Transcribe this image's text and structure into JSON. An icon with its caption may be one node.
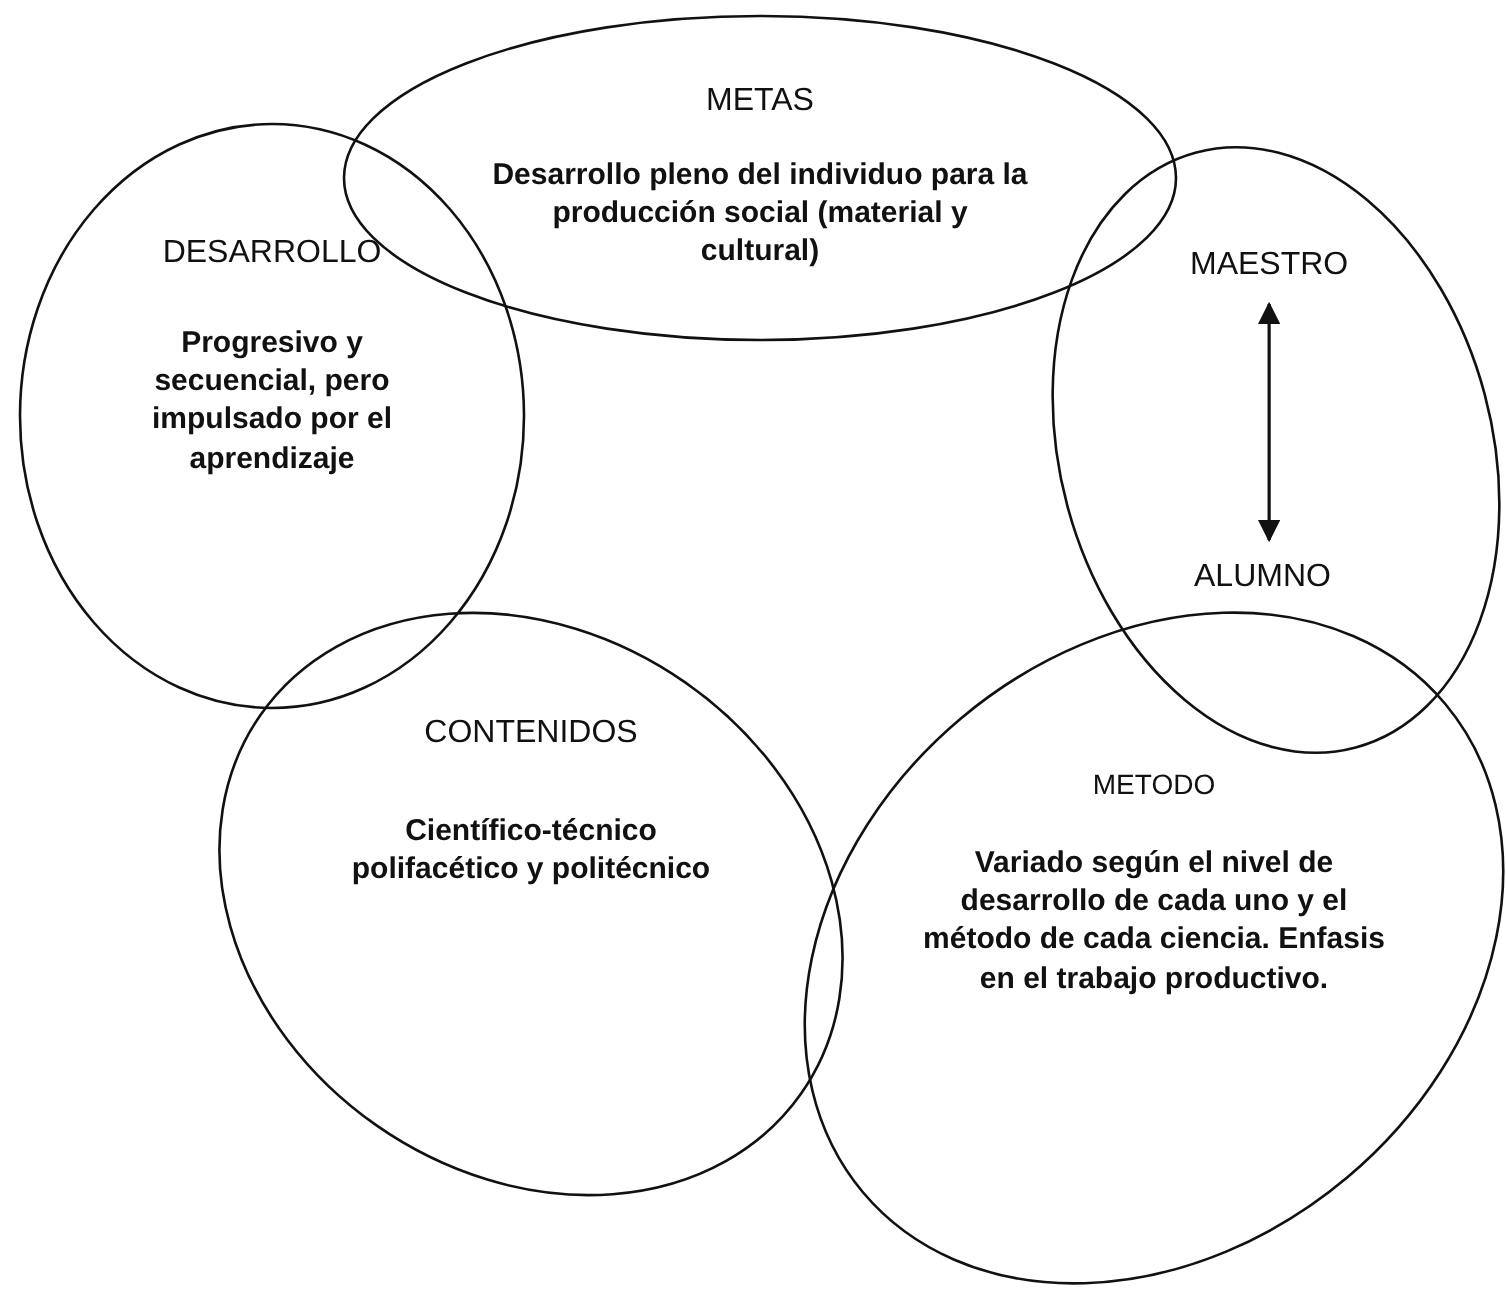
{
  "diagram": {
    "nodes": [
      {
        "text": [
          "METAS",
          "Desarrollo pleno del individuo para la producción social (material y cultural)"
        ]
      },
      {
        "text": [
          "DESARROLLO",
          "Progresivo y secuencial, pero impulsado por el aprendizaje"
        ]
      },
      {
        "text": [],
        "shape": "ellipse"
      },
      {
        "text": [
          "MAESTRO"
        ],
        "in": 2
      },
      {
        "text": [
          "ALUMNO"
        ],
        "in": 2
      },
      {
        "text": [
          "CONTENIDOS",
          "Científico-técnico polifacético y politécnico"
        ]
      },
      {
        "text": [
          "METODO",
          "Variado según el nivel de desarrollo de cada uno y el método de cada ciencia. Enfasis en el trabajo productivo."
        ]
      }
    ],
    "edges": [
      {
        "from": 3,
        "to": 4,
        "arrow": "both"
      }
    ]
  }
}
